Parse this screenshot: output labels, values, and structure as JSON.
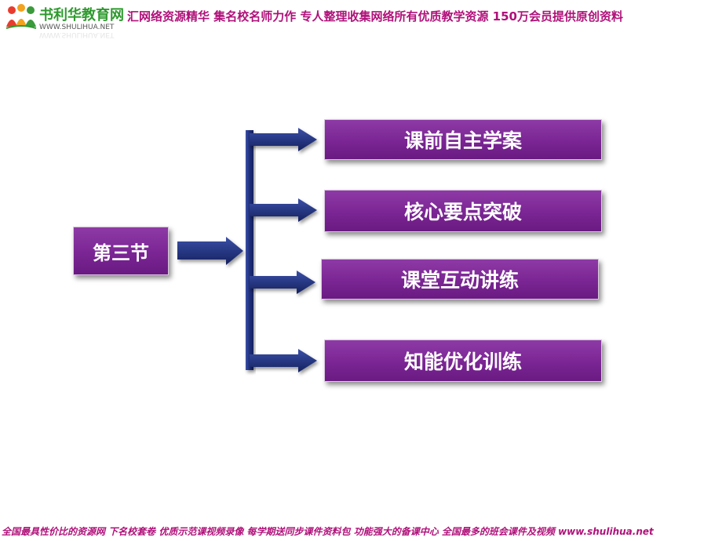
{
  "header": {
    "logo_title": "书利华教育网",
    "logo_url": "WWW.SHULIHUA.NET",
    "slogan": "汇网络资源精华  集名校名师力作  专人整理收集网络所有优质教学资源  150万会员提供原创资料"
  },
  "diagram": {
    "root_label": "第三节",
    "items": [
      {
        "label": "课前自主学案"
      },
      {
        "label": "核心要点突破"
      },
      {
        "label": "课堂互动讲练"
      },
      {
        "label": "知能优化训练"
      }
    ],
    "colors": {
      "box": "#7a2593",
      "arrow": "#1f2f7a"
    }
  },
  "footer": {
    "text": "全国最具性价比的资源网  下名校套卷  优质示范课视频录像  每学期送同步课件资料包  功能强大的备课中心  全国最多的班会课件及视频  www.shulihua.net"
  },
  "colors": {
    "brand_green": "#2e9a2e",
    "slogan_magenta": "#b0117a"
  }
}
